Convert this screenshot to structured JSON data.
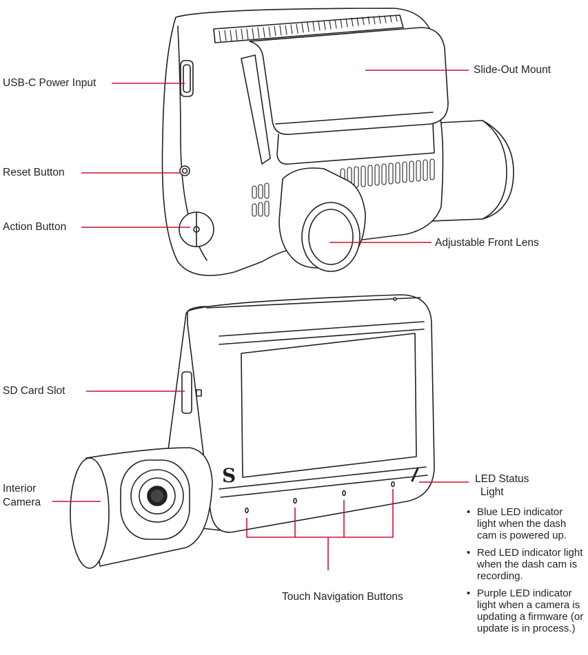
{
  "labels": {
    "usb_c": "USB-C Power Input",
    "reset": "Reset Button",
    "action": "Action Button",
    "slide_mount": "Slide-Out Mount",
    "front_lens": "Adjustable Front Lens",
    "sd_slot": "SD Card Slot",
    "interior_line1": "Interior",
    "interior_line2": "Camera",
    "touch_nav": "Touch Navigation Buttons",
    "led_title_line1": "LED Status",
    "led_title_line2": "Light"
  },
  "led_indicators": [
    "Blue LED indicator light when the dash cam is powered up.",
    "Red LED indicator light when the dash cam is recording.",
    "Purple LED indicator light when a camera is updating a firmware (or update is in process.)"
  ],
  "colors": {
    "leader_line": "#c8102e",
    "outline": "#231f20",
    "text": "#231f20"
  }
}
